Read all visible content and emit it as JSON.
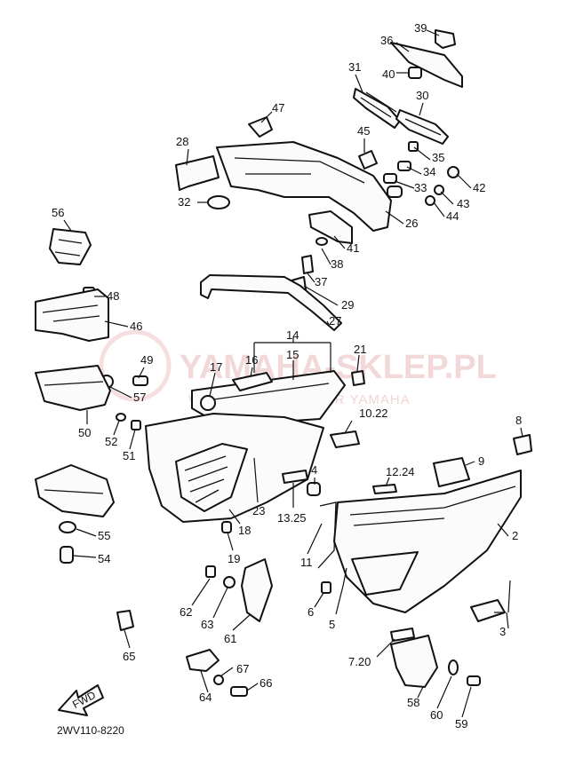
{
  "diagram_code": "2WV110-8220",
  "arrow_label": "FWD",
  "watermark": {
    "title": "YAMAHA-SKLEP.PL",
    "subtitle": "WYJĄTKOWY DEALER YAMAHA"
  },
  "labels": [
    "39",
    "36",
    "40",
    "31",
    "30",
    "47",
    "45",
    "35",
    "34",
    "42",
    "28",
    "33",
    "43",
    "32",
    "44",
    "26",
    "56",
    "41",
    "38",
    "37",
    "48",
    "29",
    "27",
    "46",
    "14",
    "15",
    "21",
    "16",
    "17",
    "49",
    "57",
    "50",
    "52",
    "51",
    "10.22",
    "8",
    "9",
    "12.24",
    "4",
    "23",
    "13.25",
    "18",
    "11",
    "2",
    "55",
    "54",
    "19",
    "62",
    "63",
    "6",
    "5",
    "61",
    "3",
    "7.20",
    "65",
    "67",
    "64",
    "66",
    "58",
    "60",
    "59"
  ]
}
